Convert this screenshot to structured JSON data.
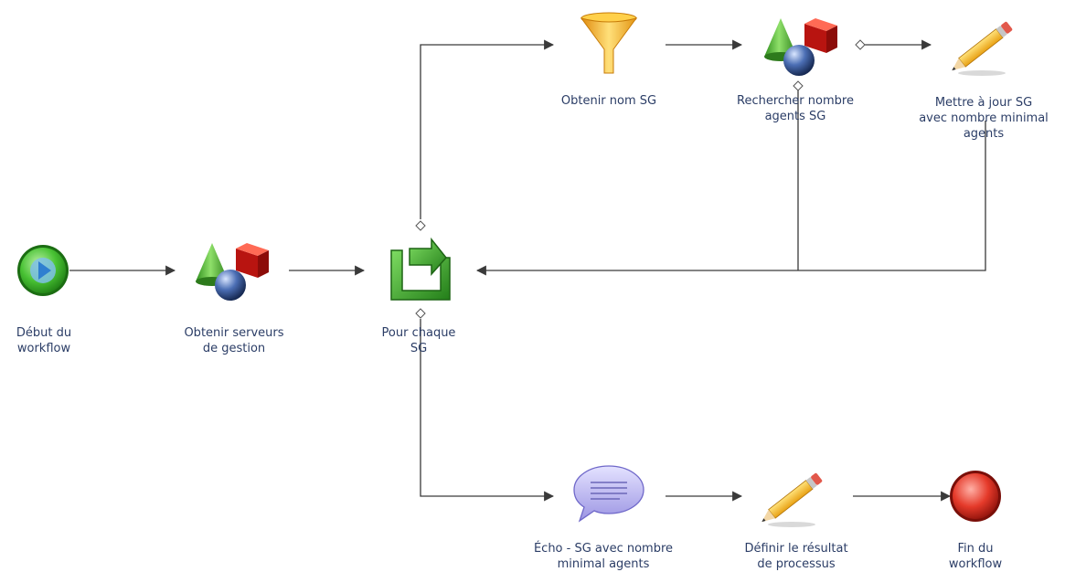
{
  "workflow": {
    "nodes": [
      {
        "id": "start",
        "label": "Début du\nworkflow",
        "icon": "start-circle-icon"
      },
      {
        "id": "get-servers",
        "label": "Obtenir serveurs\nde gestion",
        "icon": "shapes-icon"
      },
      {
        "id": "foreach",
        "label": "Pour chaque\nSG",
        "icon": "loop-icon"
      },
      {
        "id": "get-name",
        "label": "Obtenir nom SG",
        "icon": "funnel-icon"
      },
      {
        "id": "search-count",
        "label": "Rechercher nombre\nagents SG",
        "icon": "shapes-icon"
      },
      {
        "id": "update-sg",
        "label": "Mettre à jour SG\navec nombre minimal\nagents",
        "icon": "pencil-icon"
      },
      {
        "id": "echo",
        "label": "Écho - SG avec nombre\nminimal agents",
        "icon": "speech-bubble-icon"
      },
      {
        "id": "set-result",
        "label": "Définir le résultat\nde processus",
        "icon": "pencil-icon"
      },
      {
        "id": "end",
        "label": "Fin du\nworkflow",
        "icon": "end-circle-icon"
      }
    ]
  },
  "colors": {
    "connector": "#3a3a3a",
    "label": "#2b3d66",
    "start_green": "#2ea81f",
    "end_red": "#d8231b",
    "loop_green": "#3aa52d",
    "funnel_orange": "#f3a51a",
    "bubble_lavender": "#b8b3ee"
  }
}
